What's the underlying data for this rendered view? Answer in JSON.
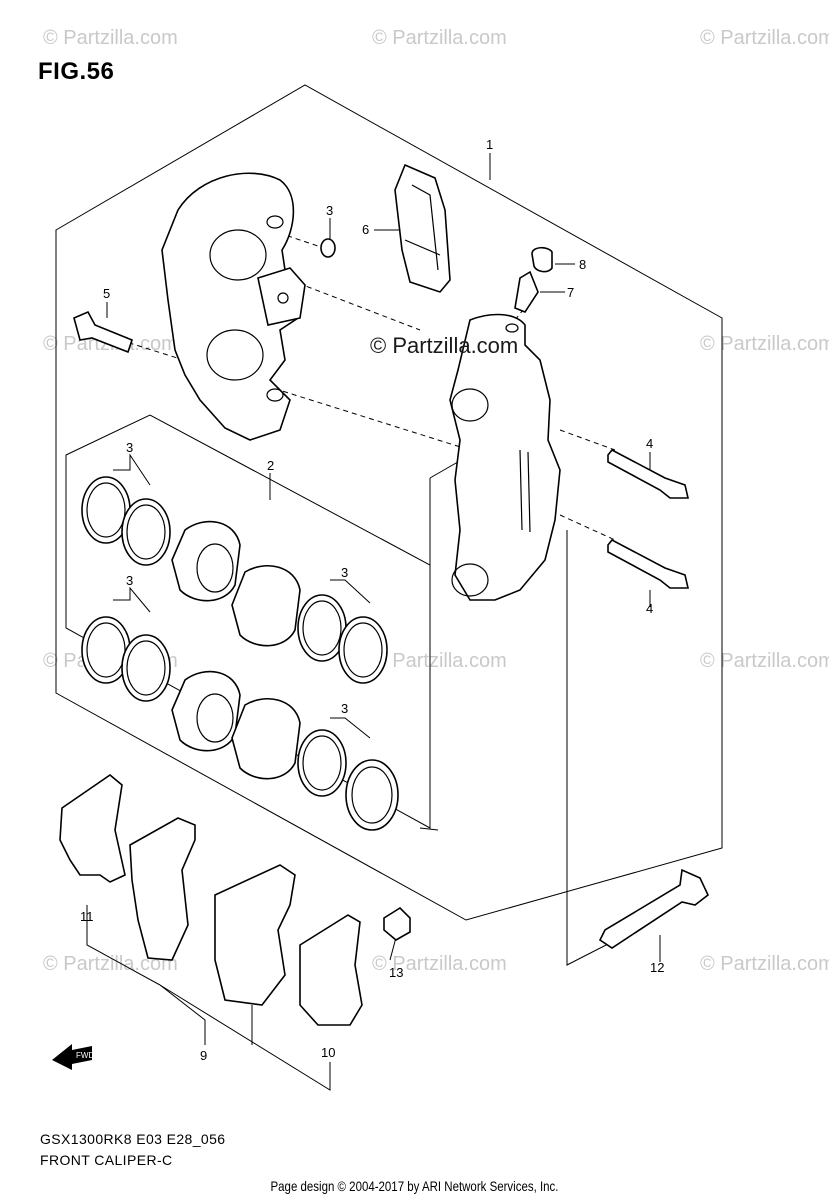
{
  "figure": {
    "title": "FIG.56",
    "code": "GSX1300RK8 E03 E28_056",
    "subtitle": "FRONT CALIPER-C"
  },
  "watermark": {
    "text": "© Partzilla.com",
    "center_text": "© Partzilla.com"
  },
  "footer": "Page design © 2004-2017 by ARI Network Services, Inc.",
  "fwd_label": "FWD",
  "callouts": {
    "c1": "1",
    "c2": "2",
    "c3a": "3",
    "c3b": "3",
    "c3c": "3",
    "c3d": "3",
    "c3e": "3",
    "c4a": "4",
    "c4b": "4",
    "c5": "5",
    "c6": "6",
    "c7": "7",
    "c8": "8",
    "c9": "9",
    "c10": "10",
    "c11": "11",
    "c12": "12",
    "c13": "13"
  }
}
